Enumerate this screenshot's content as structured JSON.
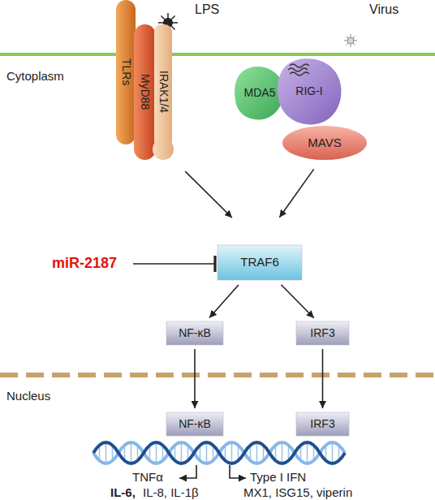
{
  "diagram": {
    "nodes": [
      {
        "text": [
          "TLRs"
        ]
      },
      {
        "text": [
          "MyD88"
        ]
      },
      {
        "text": [
          "IRAK1/4"
        ]
      },
      {
        "text": [
          "MDA5"
        ]
      },
      {
        "text": [
          "RIG-I"
        ]
      },
      {
        "text": [
          "MAVS"
        ]
      },
      {
        "text": [
          "miR-2187"
        ]
      },
      {
        "text": [
          "TRAF6"
        ]
      },
      {
        "text": [
          "NF-κB"
        ]
      },
      {
        "text": [
          "IRF3"
        ]
      },
      {
        "text": [
          "NF-κB"
        ]
      },
      {
        "text": [
          "IRF3"
        ]
      }
    ],
    "edges": [
      {
        "from": 2,
        "to": 7,
        "arrow": "to"
      },
      {
        "from": 5,
        "to": 7,
        "arrow": "to"
      },
      {
        "from": 6,
        "to": 7,
        "arrow": "to"
      },
      {
        "from": 7,
        "to": 8,
        "arrow": "to"
      },
      {
        "from": 7,
        "to": 9,
        "arrow": "to"
      },
      {
        "from": 8,
        "to": 10,
        "arrow": "to"
      },
      {
        "from": 9,
        "to": 11,
        "arrow": "to"
      }
    ],
    "labels": [
      "LPS",
      "Virus",
      "Cytoplasm",
      "Nucleus",
      "TNFα",
      "IL-6,",
      "IL-8, IL-1β",
      "Type I IFN",
      "MX1, ISG15, viperin"
    ]
  }
}
